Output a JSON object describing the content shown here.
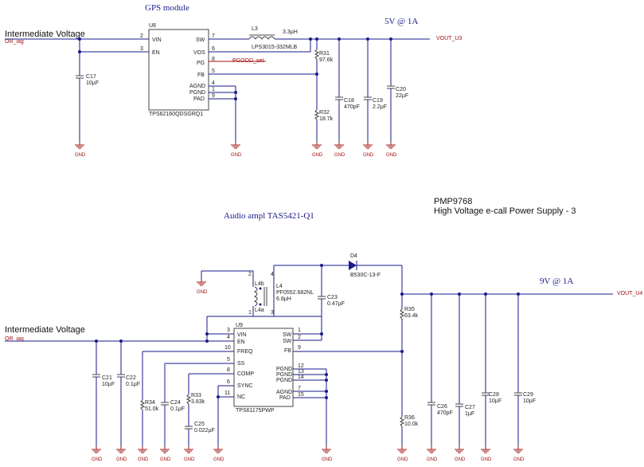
{
  "titles": {
    "gps": "GPS module",
    "audio": "Audio ampl TAS5421-Q1",
    "project": "PMP9768",
    "subtitle": "High Voltage e-call Power Supply - 3"
  },
  "rails": {
    "v5": "5V @ 1A",
    "v9": "9V @ 1A",
    "vout_u3": "VOUT_U3",
    "vout_u4": "VOUT_U4"
  },
  "inputs": {
    "iv_label": "Intermediate Voltage",
    "or_net": "OR_iag"
  },
  "u8": {
    "ref": "U8",
    "part": "TPS62160QDSGRQ1",
    "pins_left": [
      {
        "num": "2",
        "name": "VIN"
      },
      {
        "num": "3",
        "name": "EN"
      }
    ],
    "pins_right": [
      {
        "num": "7",
        "name": "SW"
      },
      {
        "num": "6",
        "name": "VOS"
      },
      {
        "num": "8",
        "name": "PG"
      },
      {
        "num": "5",
        "name": "FB"
      },
      {
        "num": "4",
        "name": "AGND"
      },
      {
        "num": "1",
        "name": "PGND"
      },
      {
        "num": "9",
        "name": "PAD"
      }
    ],
    "pg_net": "PGOOD_set"
  },
  "u9": {
    "ref": "U9",
    "part": "TPS61175PWP",
    "pins_left": [
      {
        "num": "3",
        "name": "VIN"
      },
      {
        "num": "4",
        "name": "EN"
      },
      {
        "num": "10",
        "name": "FREQ"
      },
      {
        "num": "5",
        "name": "SS"
      },
      {
        "num": "8",
        "name": "COMP"
      },
      {
        "num": "6",
        "name": "SYNC"
      },
      {
        "num": "11",
        "name": "NC"
      }
    ],
    "pins_right": [
      {
        "num": "1",
        "name": "SW"
      },
      {
        "num": "2",
        "name": "SW"
      },
      {
        "num": "9",
        "name": "FB"
      },
      {
        "num": "12",
        "name": "PGND"
      },
      {
        "num": "13",
        "name": "PGND"
      },
      {
        "num": "14",
        "name": "PGND"
      },
      {
        "num": "7",
        "name": "AGND"
      },
      {
        "num": "15",
        "name": "PAD"
      }
    ]
  },
  "parts_top": {
    "l3": {
      "ref": "L3",
      "val": "3.3µH",
      "part": "LPS3015-332MLB"
    },
    "c17": {
      "ref": "C17",
      "val": "10µF"
    },
    "r31": {
      "ref": "R31",
      "val": "97.6k"
    },
    "r32": {
      "ref": "R32",
      "val": "18.7k"
    },
    "c18": {
      "ref": "C18",
      "val": "470pF"
    },
    "c19": {
      "ref": "C19",
      "val": "2.2µF"
    },
    "c20": {
      "ref": "C20",
      "val": "22µF"
    }
  },
  "parts_bot": {
    "l4": {
      "ref": "L4",
      "val": "6.8µH",
      "part": "PF0552.682NL",
      "a": "L4a",
      "b": "L4b"
    },
    "d4": {
      "ref": "D4",
      "part": "B530C-13-F"
    },
    "c21": {
      "ref": "C21",
      "val": "10µF"
    },
    "c22": {
      "ref": "C22",
      "val": "0.1µF"
    },
    "c23": {
      "ref": "C23",
      "val": "0.47µF"
    },
    "r34": {
      "ref": "R34",
      "val": "51.0k"
    },
    "c24": {
      "ref": "C24",
      "val": "0.1µF"
    },
    "r33": {
      "ref": "R33",
      "val": "3.83k"
    },
    "c25": {
      "ref": "C25",
      "val": "0.022µF"
    },
    "r35": {
      "ref": "R35",
      "val": "63.4k"
    },
    "r36": {
      "ref": "R36",
      "val": "10.0k"
    },
    "c26": {
      "ref": "C26",
      "val": "470pF"
    },
    "c27": {
      "ref": "C27",
      "val": "1µF"
    },
    "c28": {
      "ref": "C28",
      "val": "10µF"
    },
    "c29": {
      "ref": "C29",
      "val": "10µF"
    }
  },
  "gnd_label": "GND",
  "l4_pins": [
    "1",
    "2",
    "3",
    "4"
  ]
}
